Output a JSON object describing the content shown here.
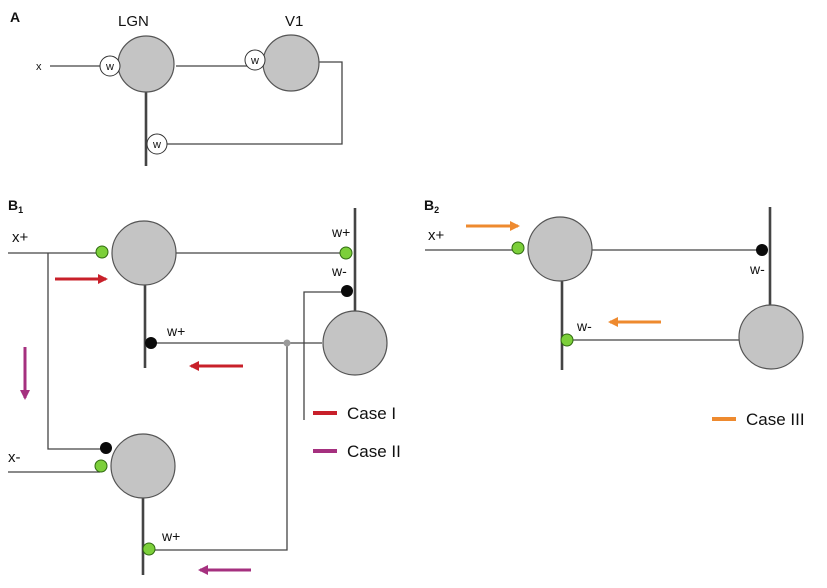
{
  "panel_a": {
    "label": "A",
    "lgn_label": "LGN",
    "v1_label": "V1",
    "input_label": "x",
    "weight_label": "w"
  },
  "panel_b1": {
    "label": "B",
    "label_sub": "1",
    "input_pos": "x+",
    "input_neg": "x-",
    "w_plus": "w+",
    "w_minus": "w-"
  },
  "panel_b2": {
    "label": "B",
    "label_sub": "2",
    "input_pos": "x+",
    "w_minus": "w-"
  },
  "legend": {
    "case1": "Case I",
    "case2": "Case II",
    "case3": "Case III"
  },
  "colors": {
    "case1": "#c8202a",
    "case2": "#a5307f",
    "case3": "#ee8a2f",
    "excitatory": "#7ccf3a",
    "inhibitory": "#0a0a0a"
  }
}
